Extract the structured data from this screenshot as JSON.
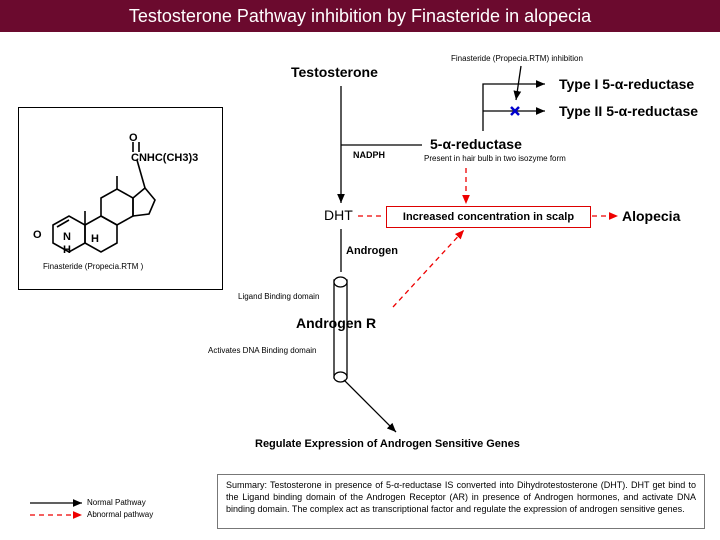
{
  "title": "Testosterone Pathway inhibition by Finasteride in alopecia",
  "colors": {
    "title_bg": "#6b0a2e",
    "abnormal": "#e00000",
    "inhibit_mark": "#0000cc"
  },
  "nodes": {
    "testosterone": "Testosterone",
    "inhibition_note": "Finasteride (Propecia.RTM) inhibition",
    "type1": "Type I 5-α-reductase",
    "type2": "Type II 5-α-reductase",
    "reductase": "5-α-reductase",
    "reductase_note": "Present in hair bulb in two isozyme form",
    "nadph": "NADPH",
    "dht": "DHT",
    "scalp": "Increased concentration in scalp",
    "alopecia": "Alopecia",
    "androgen": "Androgen",
    "ligand": "Ligand Binding domain",
    "androgen_r": "Androgen R",
    "dna": "Activates DNA Binding domain",
    "regulate": "Regulate Expression of Androgen Sensitive Genes"
  },
  "molecule": {
    "caption": "Finasteride (Propecia.RTM )",
    "substituent": "CNHC(CH3)3",
    "o_top": "O",
    "o_left": "O",
    "n": "N",
    "h1": "H",
    "h2": "H"
  },
  "legend": {
    "normal": "Normal Pathway",
    "abnormal": "Abnormal pathway"
  },
  "summary": "Summary: Testosterone in presence of 5-α-reductase IS converted into Dihydrotestosterone (DHT). DHT get bind to the Ligand binding domain of the Androgen Receptor (AR) in presence of Androgen hormones, and activate DNA binding domain. The complex act as transcriptional factor and regulate the expression of androgen sensitive genes."
}
